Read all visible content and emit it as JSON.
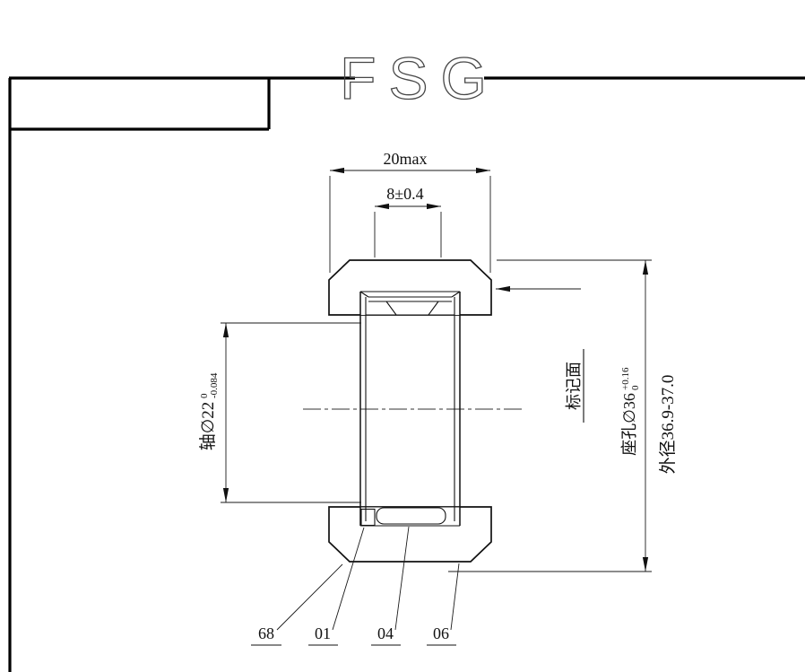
{
  "logo": "FSG",
  "drawing": {
    "dim_width_max": "20max",
    "dim_inner_width": "8±0.4",
    "shaft_label": "轴∅22",
    "shaft_tol_upper": "0",
    "shaft_tol_lower": "-0.084",
    "marking_face_label": "标记面",
    "seat_hole_label": "座孔∅36",
    "seat_hole_tol_upper": "+0.16",
    "seat_hole_tol_lower": "0",
    "outer_diameter_label": "外径36.9-37.0"
  },
  "part_numbers": [
    "68",
    "01",
    "04",
    "06"
  ],
  "colors": {
    "line": "#111111",
    "hatch": "#2a2a2a",
    "background": "#ffffff"
  }
}
